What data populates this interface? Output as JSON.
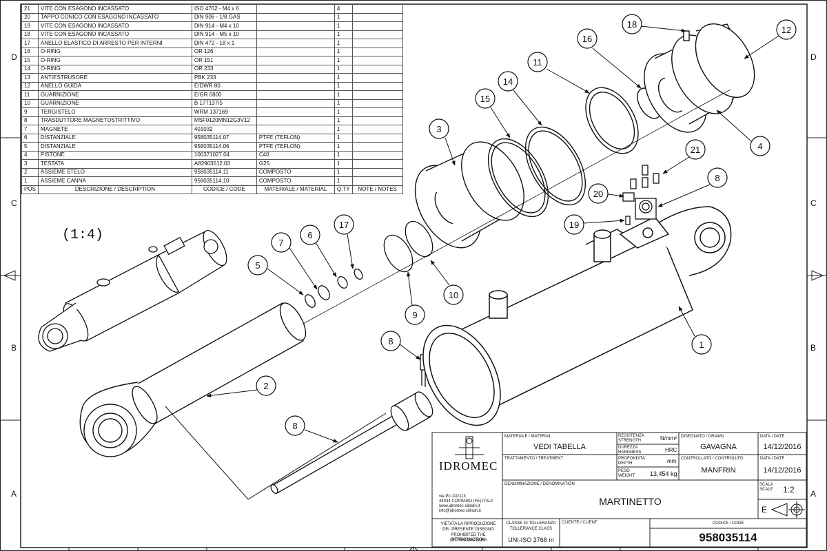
{
  "bom": {
    "rows": [
      {
        "pos": "21",
        "desc": "VITE CON ESAGONO INCASSATO",
        "code": "ISO 4762 - M4 x 6",
        "mat": "",
        "qty": "4",
        "note": ""
      },
      {
        "pos": "20",
        "desc": "TAPPO CONICO CON ESAGONO INCASSATO",
        "code": "DIN 906 - 1/8 GAS",
        "mat": "",
        "qty": "1",
        "note": ""
      },
      {
        "pos": "19",
        "desc": "VITE CON ESAGONO INCASSATO",
        "code": "DIN 914 - M4 x 10",
        "mat": "",
        "qty": "1",
        "note": ""
      },
      {
        "pos": "18",
        "desc": "VITE CON ESAGONO INCASSATO",
        "code": "DIN 914 - M5 x 10",
        "mat": "",
        "qty": "1",
        "note": ""
      },
      {
        "pos": "17",
        "desc": "ANELLO ELASTICO DI ARRESTO PER INTERNI",
        "code": "DIN 472 - 18 x 1",
        "mat": "",
        "qty": "1",
        "note": ""
      },
      {
        "pos": "16",
        "desc": "O-RING",
        "code": "OR 126",
        "mat": "",
        "qty": "1",
        "note": ""
      },
      {
        "pos": "15",
        "desc": "O-RING",
        "code": "OR 151",
        "mat": "",
        "qty": "1",
        "note": ""
      },
      {
        "pos": "14",
        "desc": "O-RING",
        "code": "OR 233",
        "mat": "",
        "qty": "1",
        "note": ""
      },
      {
        "pos": "13",
        "desc": "ANTIESTRUSORE",
        "code": "PBK 233",
        "mat": "",
        "qty": "1",
        "note": ""
      },
      {
        "pos": "12",
        "desc": "ANELLO GUIDA",
        "code": "E/DWR 80",
        "mat": "",
        "qty": "1",
        "note": ""
      },
      {
        "pos": "11",
        "desc": "GUARNIZIONE",
        "code": "E/GR 0800",
        "mat": "",
        "qty": "1",
        "note": ""
      },
      {
        "pos": "10",
        "desc": "GUARNIZIONE",
        "code": "B 177137/5",
        "mat": "",
        "qty": "1",
        "note": ""
      },
      {
        "pos": "9",
        "desc": "TERGISTELO",
        "code": "WRM 137169",
        "mat": "",
        "qty": "1",
        "note": ""
      },
      {
        "pos": "8",
        "desc": "TRASDUTTORE MAGNETOSTRITTIVO",
        "code": "MSF0120MN12G3V12",
        "mat": "",
        "qty": "1",
        "note": ""
      },
      {
        "pos": "7",
        "desc": "MAGNETE",
        "code": "401032",
        "mat": "",
        "qty": "1",
        "note": ""
      },
      {
        "pos": "6",
        "desc": "DISTANZIALE",
        "code": "958035114.07",
        "mat": "PTFE (TEFLON)",
        "qty": "1",
        "note": ""
      },
      {
        "pos": "5",
        "desc": "DISTANZIALE",
        "code": "958035114.06",
        "mat": "PTFE (TEFLON)",
        "qty": "1",
        "note": ""
      },
      {
        "pos": "4",
        "desc": "PISTONE",
        "code": "100371027.04",
        "mat": "C40",
        "qty": "1",
        "note": ""
      },
      {
        "pos": "3",
        "desc": "TESTATA",
        "code": "A82903512.03",
        "mat": "G25",
        "qty": "1",
        "note": ""
      },
      {
        "pos": "2",
        "desc": "ASSIEME STELO",
        "code": "958035114.11",
        "mat": "COMPOSTO",
        "qty": "1",
        "note": ""
      },
      {
        "pos": "1",
        "desc": "ASSIEME CANNA",
        "code": "958035114.10",
        "mat": "COMPOSTO",
        "qty": "1",
        "note": ""
      }
    ],
    "header": {
      "pos": "POS",
      "desc": "DESCRIZIONE / DESCRIPTION",
      "code": "CODICE / CODE",
      "mat": "MATERIALE / MATERIAL",
      "qty": "Q.TY",
      "note": "NOTE / NOTES"
    }
  },
  "scale_note": "(1:4)",
  "zones": {
    "rows": [
      "D",
      "C",
      "B",
      "A"
    ]
  },
  "balloons": [
    "1",
    "2",
    "3",
    "4",
    "5",
    "6",
    "7",
    "8",
    "8",
    "8",
    "9",
    "10",
    "11",
    "12",
    "14",
    "15",
    "16",
    "17",
    "18",
    "19",
    "20",
    "21"
  ],
  "title_block": {
    "company": "IDROMEC",
    "address": [
      "via Pò 111/113",
      "44034 COPPARO (FE) ITALY",
      "www.idromec-cilindri.it",
      "info@idromec-cilindri.it"
    ],
    "reproduction": [
      "VIETATA LA RIPRODUZIONE",
      "DEL PRESENTE DISEGNO",
      "PROHIBITED THE REPRODUCTION",
      "OF THIS DRAWING"
    ],
    "material_label": "MATERIALE / MATERIAL",
    "material_value": "VEDI TABELLA",
    "treatment_label": "TRATTAMENTO / TREATMENT",
    "strength_label": [
      "RESISTENZA",
      "STRENGTH"
    ],
    "strength_unit": "N/mm²",
    "hardness_label": [
      "DUREZZA",
      "HARDNESS"
    ],
    "hardness_unit": "HRC",
    "depth_label": [
      "PROFONDITA'",
      "DEPTH"
    ],
    "depth_unit": "mm",
    "weight_label": [
      "PESO",
      "WEIGHT"
    ],
    "weight_value": "13,454 kg",
    "drawn_label": "DISEGNATO / DRAWN",
    "drawn_value": "GAVAGNA",
    "checked_label": "CONTROLLATO / CONTROLLED",
    "checked_value": "MANFRIN",
    "date_label": "DATA / DATE",
    "date1": "14/12/2016",
    "date2": "14/12/2016",
    "denomination_label": "DENOMINAZIONE / DENOMINATION",
    "denomination_value": "MARTINETTO",
    "scale_label": [
      "SCALA",
      "SCALE"
    ],
    "scale_value": "1:2",
    "projection_letter": "E",
    "tolerance_label": [
      "CLASSE DI TOLLERANZA",
      "TOLLERANCE CLASS"
    ],
    "tolerance_value": "UNI-ISO 2768 m",
    "client_label": "CLIENTE / CLIENT",
    "code_label": "CODICE / CODE",
    "code_value": "958035114"
  }
}
